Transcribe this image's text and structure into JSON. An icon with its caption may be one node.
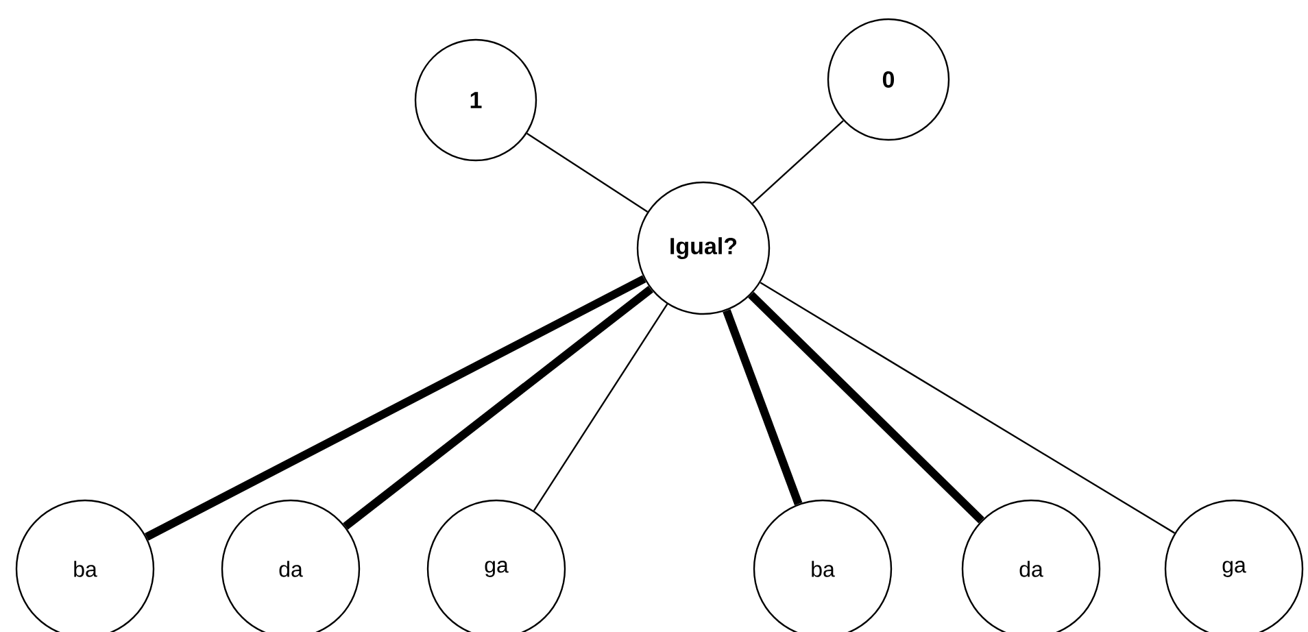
{
  "diagram": {
    "nodes": [
      {
        "text": [
          "1"
        ]
      },
      {
        "text": [
          "0"
        ]
      },
      {
        "text": [
          "Igual?"
        ]
      },
      {
        "text": [
          "ba"
        ]
      },
      {
        "text": [
          "da"
        ]
      },
      {
        "text": [
          "ga"
        ]
      },
      {
        "text": [
          "ba"
        ]
      },
      {
        "text": [
          "da"
        ]
      },
      {
        "text": [
          "ga"
        ]
      }
    ],
    "edges": [
      {
        "from": 0,
        "to": 2,
        "arrow": "none"
      },
      {
        "from": 1,
        "to": 2,
        "arrow": "none"
      },
      {
        "from": 2,
        "to": 3,
        "arrow": "none",
        "style": "thick"
      },
      {
        "from": 2,
        "to": 4,
        "arrow": "none",
        "style": "thick"
      },
      {
        "from": 2,
        "to": 5,
        "arrow": "none"
      },
      {
        "from": 2,
        "to": 6,
        "arrow": "none",
        "style": "thick"
      },
      {
        "from": 2,
        "to": 7,
        "arrow": "none",
        "style": "thick"
      },
      {
        "from": 2,
        "to": 8,
        "arrow": "none"
      }
    ]
  }
}
